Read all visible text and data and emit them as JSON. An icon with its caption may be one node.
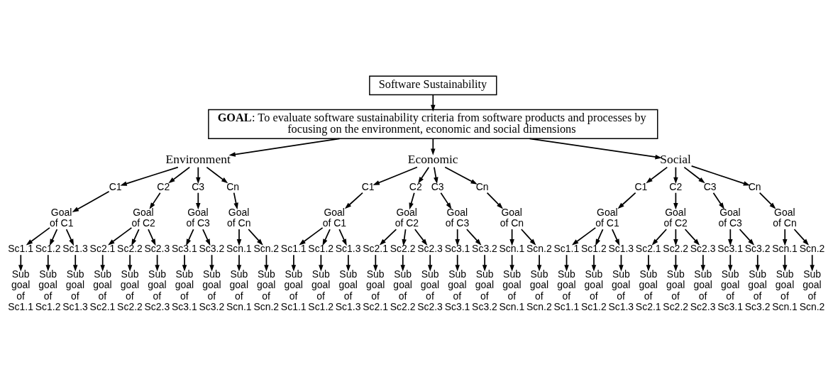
{
  "diagram": {
    "nodes": [
      {
        "text": [
          "Software Sustainability"
        ]
      },
      {
        "text": [
          "**GOAL**: To evaluate software sustainability criteria from software products and processes by focusing on the environment, economic and social dimensions"
        ]
      },
      {
        "text": [
          "Environment"
        ]
      },
      {
        "text": [
          "C1"
        ]
      },
      {
        "text": [
          "C2"
        ]
      },
      {
        "text": [
          "C3"
        ]
      },
      {
        "text": [
          "Cn"
        ]
      },
      {
        "text": [
          "Goal of C1"
        ]
      },
      {
        "text": [
          "Goal of C2"
        ]
      },
      {
        "text": [
          "Goal of C3"
        ]
      },
      {
        "text": [
          "Goal of Cn"
        ]
      },
      {
        "text": [
          "Sc1.1"
        ]
      },
      {
        "text": [
          "Sc1.2"
        ]
      },
      {
        "text": [
          "Sc1.3"
        ]
      },
      {
        "text": [
          "Sc2.1"
        ]
      },
      {
        "text": [
          "Sc2.2"
        ]
      },
      {
        "text": [
          "Sc2.3"
        ]
      },
      {
        "text": [
          "Sc3.1"
        ]
      },
      {
        "text": [
          "Sc3.2"
        ]
      },
      {
        "text": [
          "Scn.1"
        ]
      },
      {
        "text": [
          "Scn.2"
        ]
      },
      {
        "text": [
          "Sub goal of Sc1.1"
        ]
      },
      {
        "text": [
          "Sub goal of Sc1.2"
        ]
      },
      {
        "text": [
          "Sub goal of Sc1.3"
        ]
      },
      {
        "text": [
          "Sub goal of Sc2.1"
        ]
      },
      {
        "text": [
          "Sub goal of Sc2.2"
        ]
      },
      {
        "text": [
          "Sub goal of Sc2.3"
        ]
      },
      {
        "text": [
          "Sub goal of Sc3.1"
        ]
      },
      {
        "text": [
          "Sub goal of Sc3.2"
        ]
      },
      {
        "text": [
          "Sub goal of Scn.1"
        ]
      },
      {
        "text": [
          "Sub goal of Scn.2"
        ]
      },
      {
        "text": [
          "Economic"
        ]
      },
      {
        "text": [
          "C1"
        ]
      },
      {
        "text": [
          "C2"
        ]
      },
      {
        "text": [
          "C3"
        ]
      },
      {
        "text": [
          "Cn"
        ]
      },
      {
        "text": [
          "Goal of C1"
        ]
      },
      {
        "text": [
          "Goal of C2"
        ]
      },
      {
        "text": [
          "Goal of C3"
        ]
      },
      {
        "text": [
          "Goal of Cn"
        ]
      },
      {
        "text": [
          "Sc1.1"
        ]
      },
      {
        "text": [
          "Sc1.2"
        ]
      },
      {
        "text": [
          "Sc1.3"
        ]
      },
      {
        "text": [
          "Sc2.1"
        ]
      },
      {
        "text": [
          "Sc2.2"
        ]
      },
      {
        "text": [
          "Sc2.3"
        ]
      },
      {
        "text": [
          "Sc3.1"
        ]
      },
      {
        "text": [
          "Sc3.2"
        ]
      },
      {
        "text": [
          "Scn.1"
        ]
      },
      {
        "text": [
          "Scn.2"
        ]
      },
      {
        "text": [
          "Sub goal of Sc1.1"
        ]
      },
      {
        "text": [
          "Sub goal of Sc1.2"
        ]
      },
      {
        "text": [
          "Sub goal of Sc1.3"
        ]
      },
      {
        "text": [
          "Sub goal of Sc2.1"
        ]
      },
      {
        "text": [
          "Sub goal of Sc2.2"
        ]
      },
      {
        "text": [
          "Sub goal of Sc2.3"
        ]
      },
      {
        "text": [
          "Sub goal of Sc3.1"
        ]
      },
      {
        "text": [
          "Sub goal of Sc3.2"
        ]
      },
      {
        "text": [
          "Sub goal of Scn.1"
        ]
      },
      {
        "text": [
          "Sub goal of Scn.2"
        ]
      },
      {
        "text": [
          "Social"
        ]
      },
      {
        "text": [
          "C1"
        ]
      },
      {
        "text": [
          "C2"
        ]
      },
      {
        "text": [
          "C3"
        ]
      },
      {
        "text": [
          "Cn"
        ]
      },
      {
        "text": [
          "Goal of C1"
        ]
      },
      {
        "text": [
          "Goal of C2"
        ]
      },
      {
        "text": [
          "Goal of C3"
        ]
      },
      {
        "text": [
          "Goal of Cn"
        ]
      },
      {
        "text": [
          "Sc1.1"
        ]
      },
      {
        "text": [
          "Sc1.2"
        ]
      },
      {
        "text": [
          "Sc1.3"
        ]
      },
      {
        "text": [
          "Sc2.1"
        ]
      },
      {
        "text": [
          "Sc2.2"
        ]
      },
      {
        "text": [
          "Sc2.3"
        ]
      },
      {
        "text": [
          "Sc3.1"
        ]
      },
      {
        "text": [
          "Sc3.2"
        ]
      },
      {
        "text": [
          "Scn.1"
        ]
      },
      {
        "text": [
          "Scn.2"
        ]
      },
      {
        "text": [
          "Sub goal of Sc1.1"
        ]
      },
      {
        "text": [
          "Sub goal of Sc1.2"
        ]
      },
      {
        "text": [
          "Sub goal of Sc1.3"
        ]
      },
      {
        "text": [
          "Sub goal of Sc2.1"
        ]
      },
      {
        "text": [
          "Sub goal of Sc2.2"
        ]
      },
      {
        "text": [
          "Sub goal of Sc2.3"
        ]
      },
      {
        "text": [
          "Sub goal of Sc3.1"
        ]
      },
      {
        "text": [
          "Sub goal of Sc3.2"
        ]
      },
      {
        "text": [
          "Sub goal of Scn.1"
        ]
      },
      {
        "text": [
          "Sub goal of Scn.2"
        ]
      }
    ],
    "edges": [
      {
        "from": 0,
        "to": 1,
        "arrow": "to"
      },
      {
        "from": 1,
        "to": 2,
        "arrow": "to"
      },
      {
        "from": 1,
        "to": 31,
        "arrow": "to"
      },
      {
        "from": 1,
        "to": 60,
        "arrow": "to"
      },
      {
        "from": 2,
        "to": 3,
        "arrow": "to"
      },
      {
        "from": 2,
        "to": 4,
        "arrow": "to"
      },
      {
        "from": 2,
        "to": 5,
        "arrow": "to"
      },
      {
        "from": 2,
        "to": 6,
        "arrow": "to"
      },
      {
        "from": 3,
        "to": 7,
        "arrow": "to"
      },
      {
        "from": 4,
        "to": 8,
        "arrow": "to"
      },
      {
        "from": 5,
        "to": 9,
        "arrow": "to"
      },
      {
        "from": 6,
        "to": 10,
        "arrow": "to"
      },
      {
        "from": 7,
        "to": 11,
        "arrow": "to"
      },
      {
        "from": 7,
        "to": 12,
        "arrow": "to"
      },
      {
        "from": 7,
        "to": 13,
        "arrow": "to"
      },
      {
        "from": 8,
        "to": 14,
        "arrow": "to"
      },
      {
        "from": 8,
        "to": 15,
        "arrow": "to"
      },
      {
        "from": 8,
        "to": 16,
        "arrow": "to"
      },
      {
        "from": 9,
        "to": 17,
        "arrow": "to"
      },
      {
        "from": 9,
        "to": 18,
        "arrow": "to"
      },
      {
        "from": 10,
        "to": 19,
        "arrow": "to"
      },
      {
        "from": 10,
        "to": 20,
        "arrow": "to"
      },
      {
        "from": 11,
        "to": 21,
        "arrow": "to"
      },
      {
        "from": 12,
        "to": 22,
        "arrow": "to"
      },
      {
        "from": 13,
        "to": 23,
        "arrow": "to"
      },
      {
        "from": 14,
        "to": 24,
        "arrow": "to"
      },
      {
        "from": 15,
        "to": 25,
        "arrow": "to"
      },
      {
        "from": 16,
        "to": 26,
        "arrow": "to"
      },
      {
        "from": 17,
        "to": 27,
        "arrow": "to"
      },
      {
        "from": 18,
        "to": 28,
        "arrow": "to"
      },
      {
        "from": 19,
        "to": 29,
        "arrow": "to"
      },
      {
        "from": 20,
        "to": 30,
        "arrow": "to"
      },
      {
        "from": 31,
        "to": 32,
        "arrow": "to"
      },
      {
        "from": 31,
        "to": 33,
        "arrow": "to"
      },
      {
        "from": 31,
        "to": 34,
        "arrow": "to"
      },
      {
        "from": 31,
        "to": 35,
        "arrow": "to"
      },
      {
        "from": 32,
        "to": 36,
        "arrow": "to"
      },
      {
        "from": 33,
        "to": 37,
        "arrow": "to"
      },
      {
        "from": 34,
        "to": 38,
        "arrow": "to"
      },
      {
        "from": 35,
        "to": 39,
        "arrow": "to"
      },
      {
        "from": 36,
        "to": 40,
        "arrow": "to"
      },
      {
        "from": 36,
        "to": 41,
        "arrow": "to"
      },
      {
        "from": 36,
        "to": 42,
        "arrow": "to"
      },
      {
        "from": 37,
        "to": 43,
        "arrow": "to"
      },
      {
        "from": 37,
        "to": 44,
        "arrow": "to"
      },
      {
        "from": 37,
        "to": 45,
        "arrow": "to"
      },
      {
        "from": 38,
        "to": 46,
        "arrow": "to"
      },
      {
        "from": 38,
        "to": 47,
        "arrow": "to"
      },
      {
        "from": 39,
        "to": 48,
        "arrow": "to"
      },
      {
        "from": 39,
        "to": 49,
        "arrow": "to"
      },
      {
        "from": 40,
        "to": 50,
        "arrow": "to"
      },
      {
        "from": 41,
        "to": 51,
        "arrow": "to"
      },
      {
        "from": 42,
        "to": 52,
        "arrow": "to"
      },
      {
        "from": 43,
        "to": 53,
        "arrow": "to"
      },
      {
        "from": 44,
        "to": 54,
        "arrow": "to"
      },
      {
        "from": 45,
        "to": 55,
        "arrow": "to"
      },
      {
        "from": 46,
        "to": 56,
        "arrow": "to"
      },
      {
        "from": 47,
        "to": 57,
        "arrow": "to"
      },
      {
        "from": 48,
        "to": 58,
        "arrow": "to"
      },
      {
        "from": 49,
        "to": 59,
        "arrow": "to"
      },
      {
        "from": 60,
        "to": 61,
        "arrow": "to"
      },
      {
        "from": 60,
        "to": 62,
        "arrow": "to"
      },
      {
        "from": 60,
        "to": 63,
        "arrow": "to"
      },
      {
        "from": 60,
        "to": 64,
        "arrow": "to"
      },
      {
        "from": 61,
        "to": 65,
        "arrow": "to"
      },
      {
        "from": 62,
        "to": 66,
        "arrow": "to"
      },
      {
        "from": 63,
        "to": 67,
        "arrow": "to"
      },
      {
        "from": 64,
        "to": 68,
        "arrow": "to"
      },
      {
        "from": 65,
        "to": 69,
        "arrow": "to"
      },
      {
        "from": 65,
        "to": 70,
        "arrow": "to"
      },
      {
        "from": 65,
        "to": 71,
        "arrow": "to"
      },
      {
        "from": 66,
        "to": 72,
        "arrow": "to"
      },
      {
        "from": 66,
        "to": 73,
        "arrow": "to"
      },
      {
        "from": 66,
        "to": 74,
        "arrow": "to"
      },
      {
        "from": 67,
        "to": 75,
        "arrow": "to"
      },
      {
        "from": 67,
        "to": 76,
        "arrow": "to"
      },
      {
        "from": 68,
        "to": 77,
        "arrow": "to"
      },
      {
        "from": 68,
        "to": 78,
        "arrow": "to"
      },
      {
        "from": 69,
        "to": 79,
        "arrow": "to"
      },
      {
        "from": 70,
        "to": 80,
        "arrow": "to"
      },
      {
        "from": 71,
        "to": 81,
        "arrow": "to"
      },
      {
        "from": 72,
        "to": 82,
        "arrow": "to"
      },
      {
        "from": 73,
        "to": 83,
        "arrow": "to"
      },
      {
        "from": 74,
        "to": 84,
        "arrow": "to"
      },
      {
        "from": 75,
        "to": 85,
        "arrow": "to"
      },
      {
        "from": 76,
        "to": 86,
        "arrow": "to"
      },
      {
        "from": 77,
        "to": 87,
        "arrow": "to"
      },
      {
        "from": 78,
        "to": 88,
        "arrow": "to"
      }
    ]
  }
}
